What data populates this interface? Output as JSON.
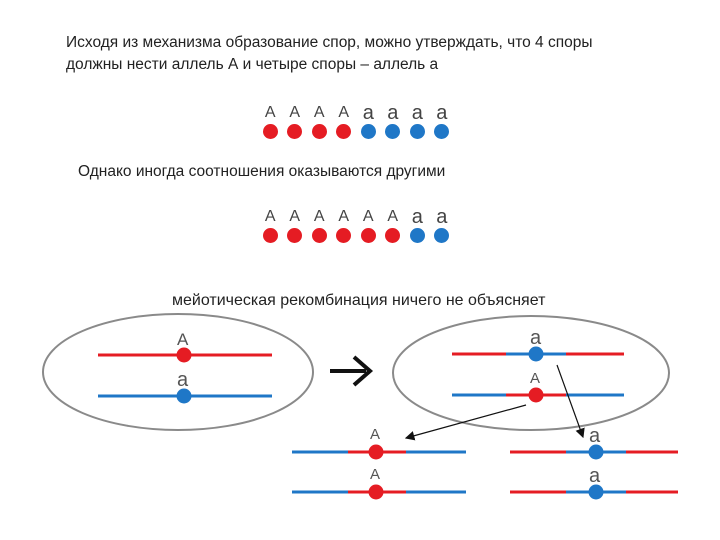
{
  "texts": {
    "intro_line1": "Исходя из механизма образование спор, можно утверждать, что 4 споры",
    "intro_line2": "должны нести аллель А и четыре споры – аллель а",
    "subtitle": "Однако иногда соотношения оказываются другими",
    "note": "мейотическая рекомбинация ничего не объясняет"
  },
  "colors": {
    "red": "#e51c23",
    "blue": "#1f77c7",
    "ellipse": "#8a8a8a",
    "arrow": "#111111"
  },
  "row1": [
    {
      "label": "A",
      "color": "red"
    },
    {
      "label": "A",
      "color": "red"
    },
    {
      "label": "A",
      "color": "red"
    },
    {
      "label": "A",
      "color": "red"
    },
    {
      "label": "a",
      "color": "blue"
    },
    {
      "label": "a",
      "color": "blue"
    },
    {
      "label": "a",
      "color": "blue"
    },
    {
      "label": "a",
      "color": "blue"
    }
  ],
  "row2": [
    {
      "label": "A",
      "color": "red"
    },
    {
      "label": "A",
      "color": "red"
    },
    {
      "label": "A",
      "color": "red"
    },
    {
      "label": "A",
      "color": "red"
    },
    {
      "label": "A",
      "color": "red"
    },
    {
      "label": "A",
      "color": "red"
    },
    {
      "label": "a",
      "color": "blue"
    },
    {
      "label": "a",
      "color": "blue"
    }
  ],
  "diagram": {
    "left_upper_label": "A",
    "left_lower_label": "a",
    "right_upper_label": "a",
    "right_lower_label": "A",
    "bl_upper_label": "A",
    "bl_lower_label": "A",
    "br_upper_label": "a",
    "br_lower_label": "a"
  }
}
